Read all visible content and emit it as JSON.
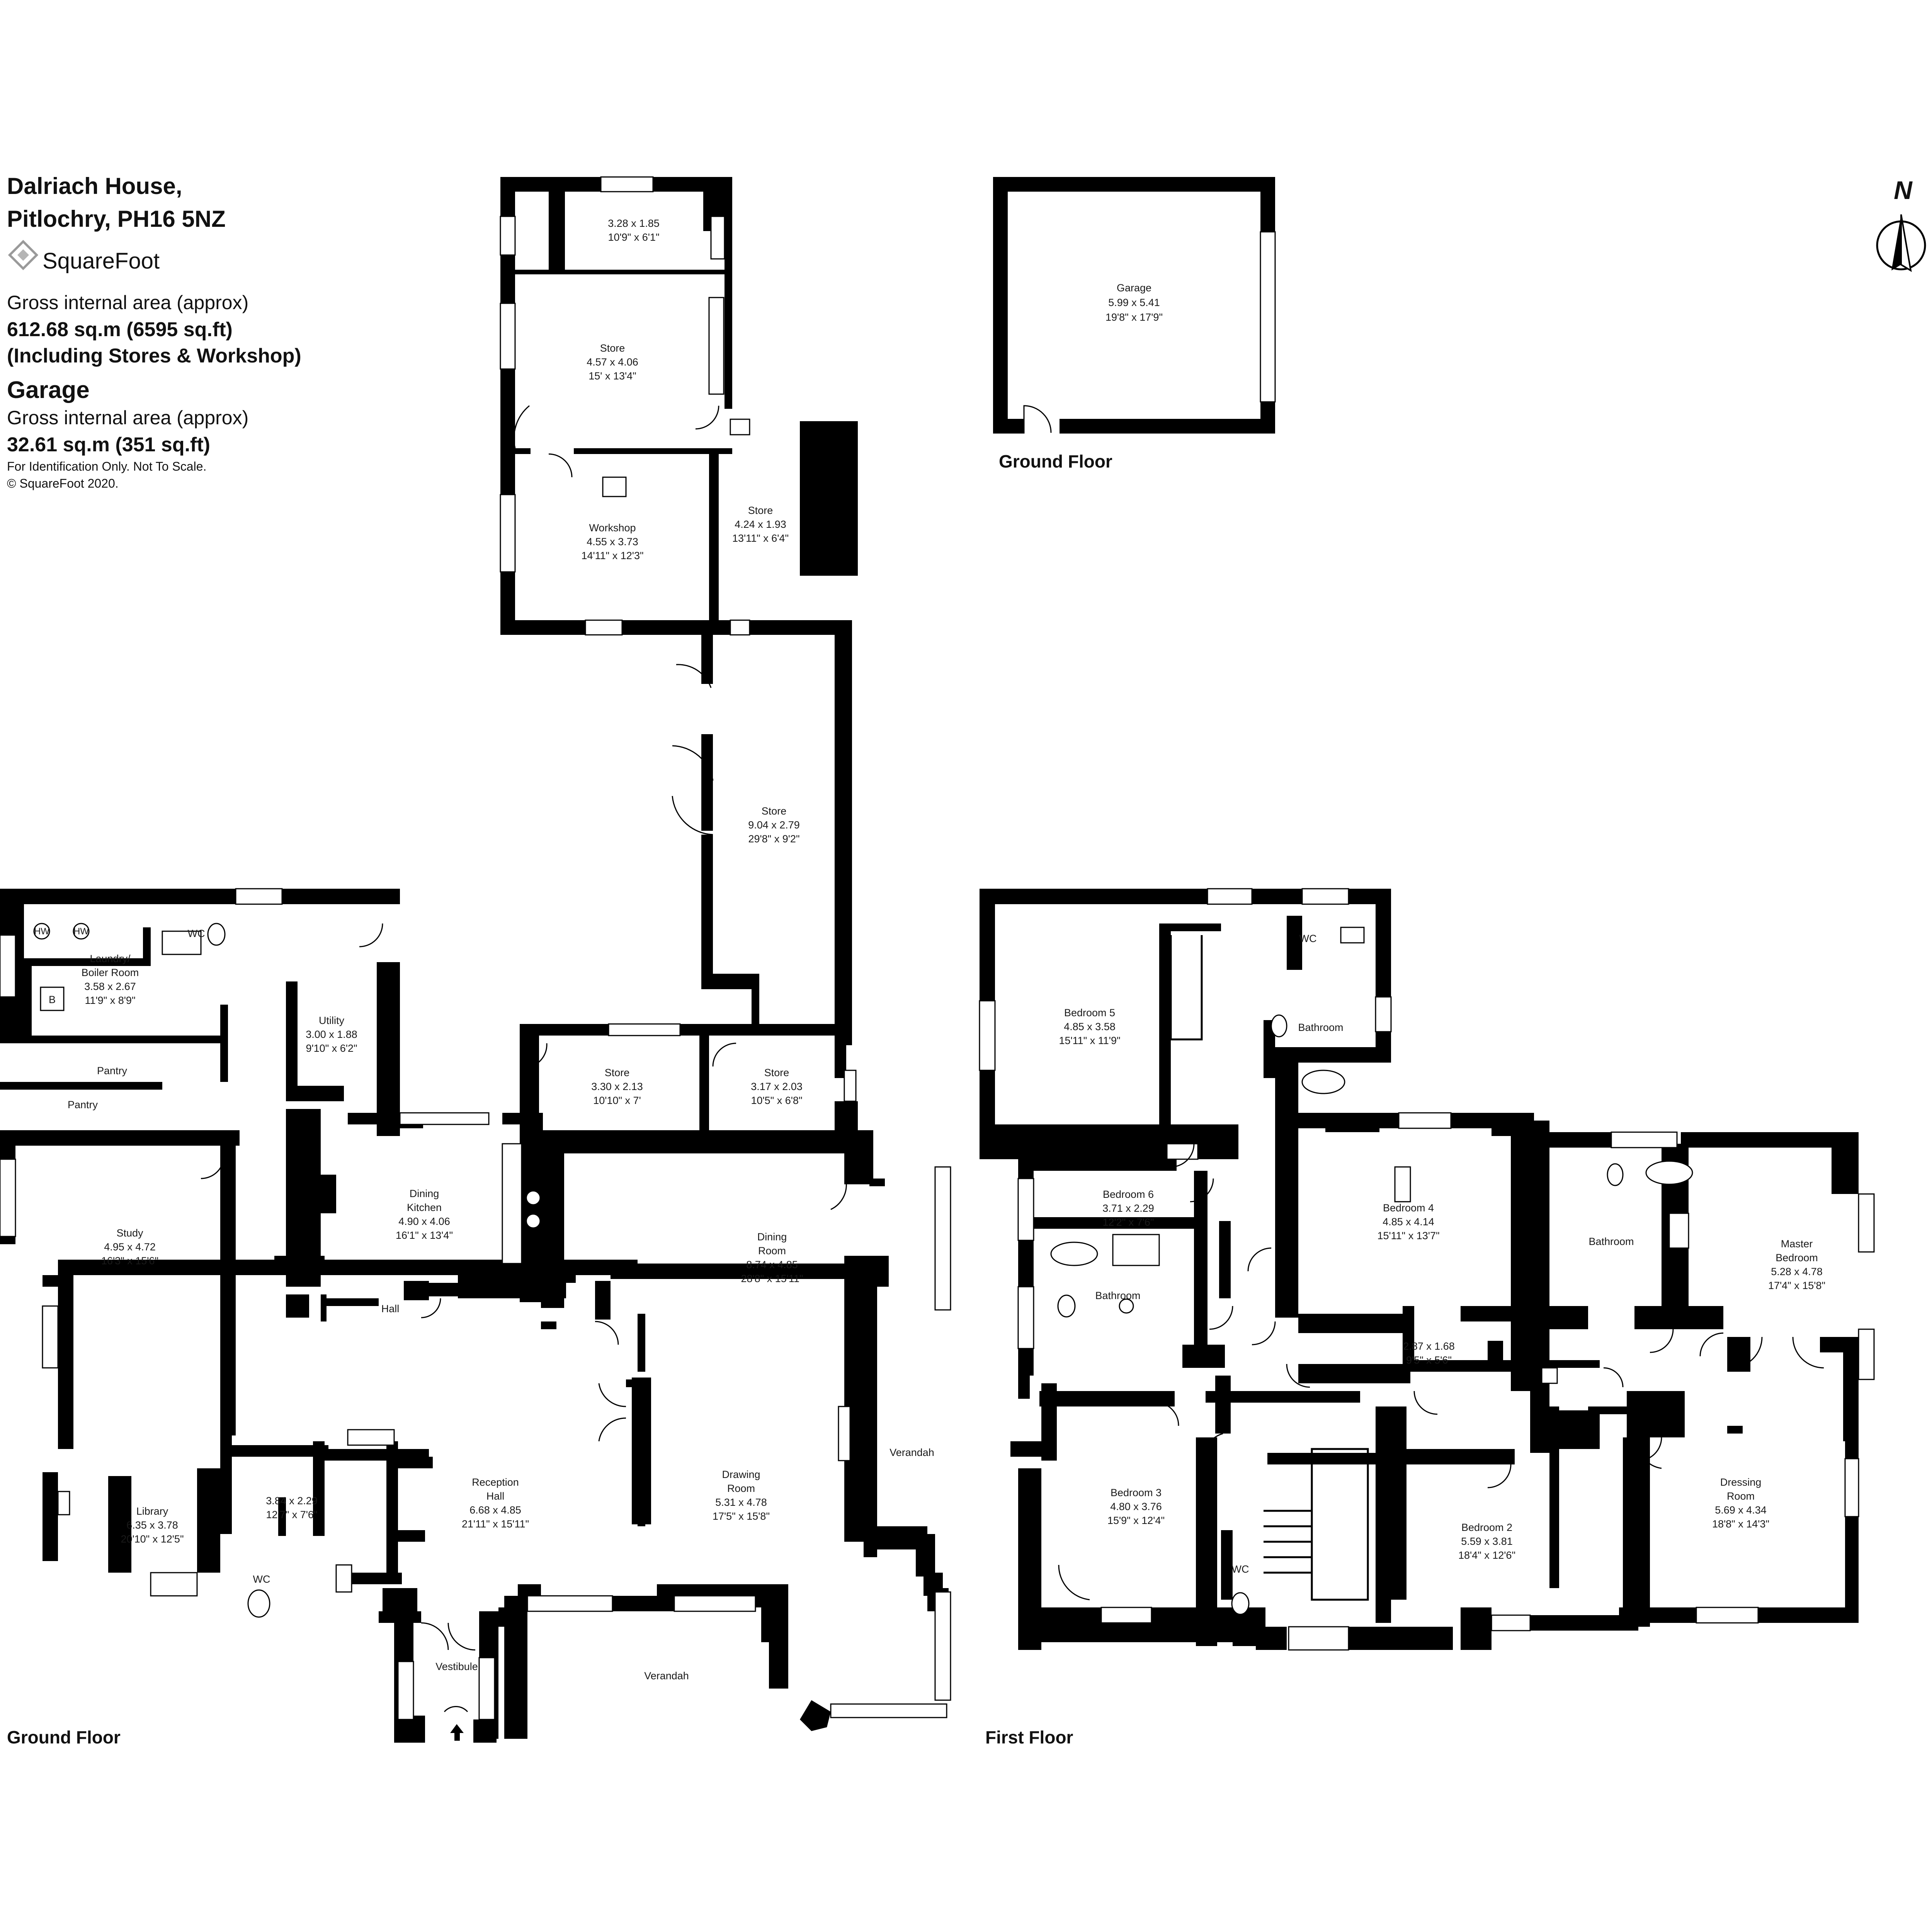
{
  "header": {
    "address_line1": "Dalriach House,",
    "address_line2": "Pitlochry, PH16 5NZ",
    "brand": "SquareFoot",
    "house_area_label": "Gross internal area (approx)",
    "house_area_value": "612.68 sq.m (6595 sq.ft)",
    "house_area_note": "(Including Stores & Workshop)",
    "garage_heading": "Garage",
    "garage_area_label": "Gross internal area (approx)",
    "garage_area_value": "32.61 sq.m (351 sq.ft)",
    "disclaimer": "For Identification Only. Not To Scale.",
    "copyright": "© SquareFoot 2020."
  },
  "compass": {
    "label": "N"
  },
  "floor_labels": {
    "garage_ground": "Ground Floor",
    "main_ground": "Ground Floor",
    "first": "First Floor"
  },
  "garage_plan": {
    "rooms": [
      {
        "name": "Garage",
        "metric": "5.99 x 5.41",
        "imperial": "19'8\" x 17'9\""
      }
    ]
  },
  "ground_floor": {
    "rooms": [
      {
        "name": "",
        "metric": "3.28 x 1.85",
        "imperial": "10'9\" x 6'1\""
      },
      {
        "name": "Store",
        "metric": "4.57 x 4.06",
        "imperial": "15' x 13'4\""
      },
      {
        "name": "Workshop",
        "metric": "4.55 x 3.73",
        "imperial": "14'11\" x 12'3\""
      },
      {
        "name": "Store",
        "metric": "4.24 x 1.93",
        "imperial": "13'11\" x 6'4\""
      },
      {
        "name": "Store",
        "metric": "9.04 x 2.79",
        "imperial": "29'8\" x 9'2\""
      },
      {
        "name": "Store",
        "metric": "3.30 x 2.13",
        "imperial": "10'10\" x 7'"
      },
      {
        "name": "Store",
        "metric": "3.17 x 2.03",
        "imperial": "10'5\" x 6'8\""
      },
      {
        "name": "Laundry/",
        "name2": "Boiler Room",
        "metric": "3.58 x 2.67",
        "imperial": "11'9\" x 8'9\""
      },
      {
        "name": "Utility",
        "metric": "3.00 x 1.88",
        "imperial": "9'10\" x 6'2\""
      },
      {
        "name": "Dining",
        "name2": "Kitchen",
        "metric": "4.90 x 4.06",
        "imperial": "16'1\" x 13'4\""
      },
      {
        "name": "Dining",
        "name2": "Room",
        "metric": "8.74 x 4.85",
        "imperial": "28'8\" x 15'11\""
      },
      {
        "name": "Study",
        "metric": "4.95 x 4.72",
        "imperial": "16'3\" x 15'6\""
      },
      {
        "name": "Library",
        "metric": "6.35 x 3.78",
        "imperial": "20'10\" x 12'5\""
      },
      {
        "name": "",
        "metric": "3.84 x 2.29",
        "imperial": "12'7\" x 7'6\""
      },
      {
        "name": "Reception",
        "name2": "Hall",
        "metric": "6.68 x 4.85",
        "imperial": "21'11\" x 15'11\""
      },
      {
        "name": "Drawing",
        "name2": "Room",
        "metric": "5.31 x 4.78",
        "imperial": "17'5\" x 15'8\""
      }
    ],
    "labels": {
      "wc_top": "WC",
      "pantry1": "Pantry",
      "pantry2": "Pantry",
      "hall": "Hall",
      "wc_bottom": "WC",
      "vestibule": "Vestibule",
      "verandah_bottom": "Verandah",
      "verandah_right": "Verandah",
      "hw1": "HW",
      "hw2": "HW",
      "boiler": "B"
    }
  },
  "first_floor": {
    "rooms": [
      {
        "name": "Bedroom 5",
        "metric": "4.85 x 3.58",
        "imperial": "15'11\" x 11'9\""
      },
      {
        "name": "Bedroom 6",
        "metric": "3.71 x 2.29",
        "imperial": "12'2\" x 7'6\""
      },
      {
        "name": "Bedroom 4",
        "metric": "4.85 x 4.14",
        "imperial": "15'11\" x 13'7\""
      },
      {
        "name": "",
        "metric": "2.87 x 1.68",
        "imperial": "9'5\" x 5'6\""
      },
      {
        "name": "Master",
        "name2": "Bedroom",
        "metric": "5.28 x 4.78",
        "imperial": "17'4\" x 15'8\""
      },
      {
        "name": "Bedroom 3",
        "metric": "4.80 x 3.76",
        "imperial": "15'9\" x 12'4\""
      },
      {
        "name": "Bedroom 2",
        "metric": "5.59 x 3.81",
        "imperial": "18'4\" x 12'6\""
      },
      {
        "name": "Dressing",
        "name2": "Room",
        "metric": "5.69 x 4.34",
        "imperial": "18'8\" x 14'3\""
      }
    ],
    "labels": {
      "wc_top": "WC",
      "bathroom_top": "Bathroom",
      "bathroom_left": "Bathroom",
      "bathroom_master": "Bathroom",
      "wc_bottom": "WC"
    }
  }
}
